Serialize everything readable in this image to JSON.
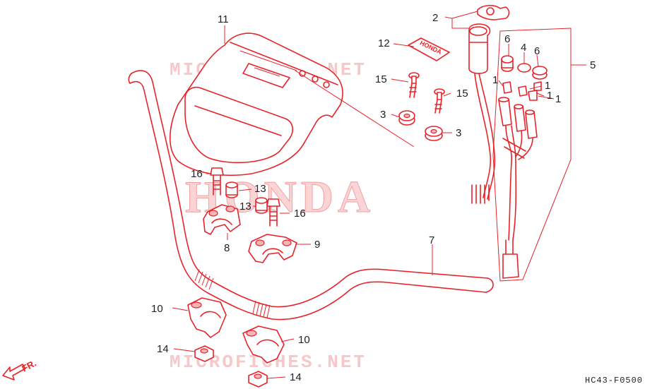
{
  "watermark_text": "MICROFICHES.NET",
  "background_brand": "HONDA",
  "emblem_text": "HONDA",
  "diagram_code": "HC43-F0500",
  "front_indicator": "FR.",
  "callouts": {
    "c1a": "1",
    "c1b": "1",
    "c1c": "1",
    "c1d": "1",
    "c2": "2",
    "c3a": "3",
    "c3b": "3",
    "c4": "4",
    "c5": "5",
    "c6a": "6",
    "c6b": "6",
    "c7": "7",
    "c8": "8",
    "c9": "9",
    "c10a": "10",
    "c10b": "10",
    "c11": "11",
    "c12": "12",
    "c13a": "13",
    "c13b": "13",
    "c14a": "14",
    "c14b": "14",
    "c15a": "15",
    "c15b": "15",
    "c16a": "16",
    "c16b": "16"
  },
  "colors": {
    "line": "#e8232a",
    "text": "#222222",
    "watermark": "#f6b5b7"
  }
}
